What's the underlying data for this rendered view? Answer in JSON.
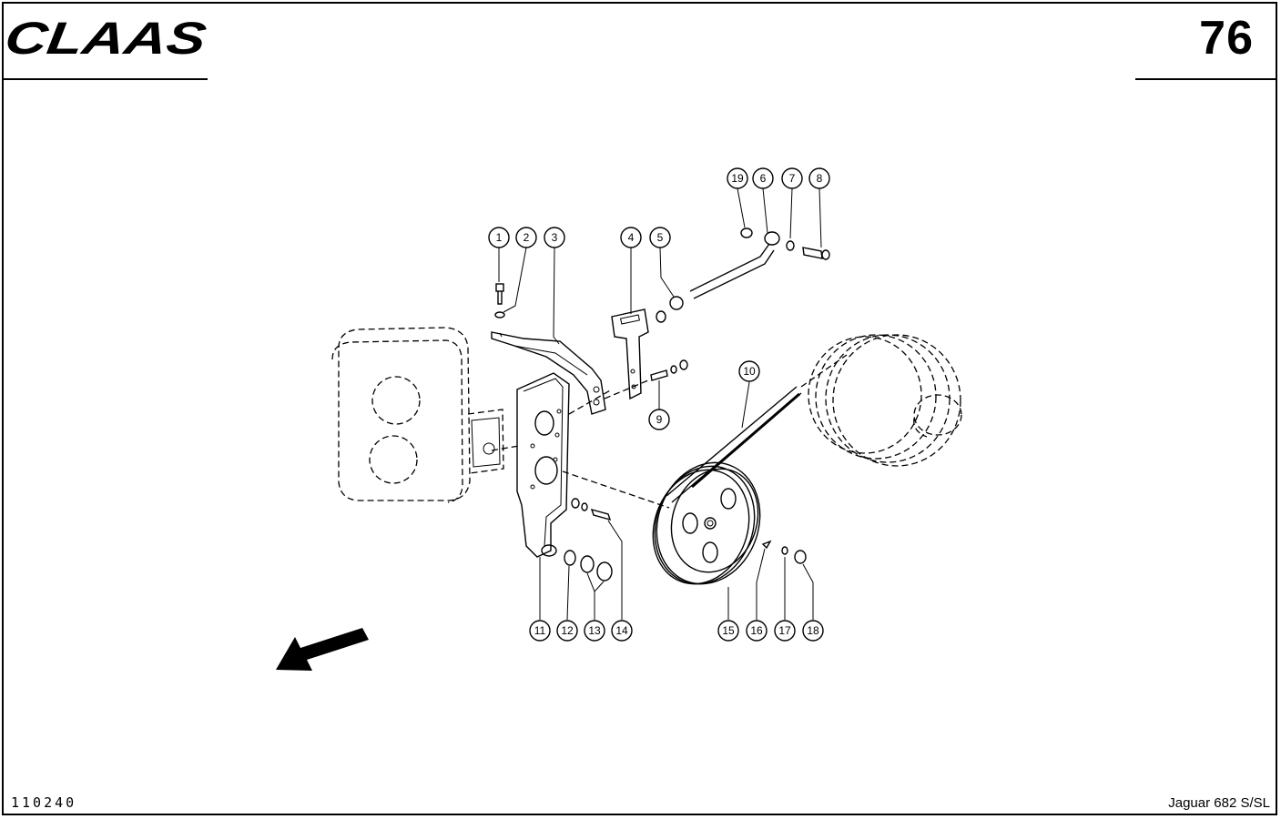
{
  "header": {
    "brand": "CLAAS",
    "page_number": "76"
  },
  "footer": {
    "drawing_number": "110240",
    "model": "Jaguar 682 S/SL"
  },
  "callouts": [
    "1",
    "2",
    "3",
    "4",
    "5",
    "6",
    "7",
    "8",
    "9",
    "10",
    "11",
    "12",
    "13",
    "14",
    "15",
    "16",
    "17",
    "18",
    "19"
  ],
  "icons": {
    "brand_logo": "claas-logo",
    "direction": "travel-direction-arrow-icon"
  }
}
